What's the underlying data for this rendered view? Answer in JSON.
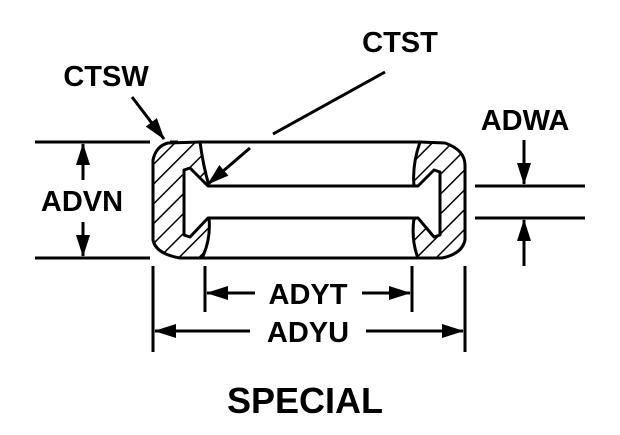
{
  "labels": {
    "ctst": "CTST",
    "ctsw": "CTSW",
    "adwa": "ADWA",
    "advn": "ADVN",
    "adyt": "ADYT",
    "adyu": "ADYU"
  },
  "caption": "SPECIAL",
  "colors": {
    "ink": "#000000",
    "background": "#ffffff"
  }
}
